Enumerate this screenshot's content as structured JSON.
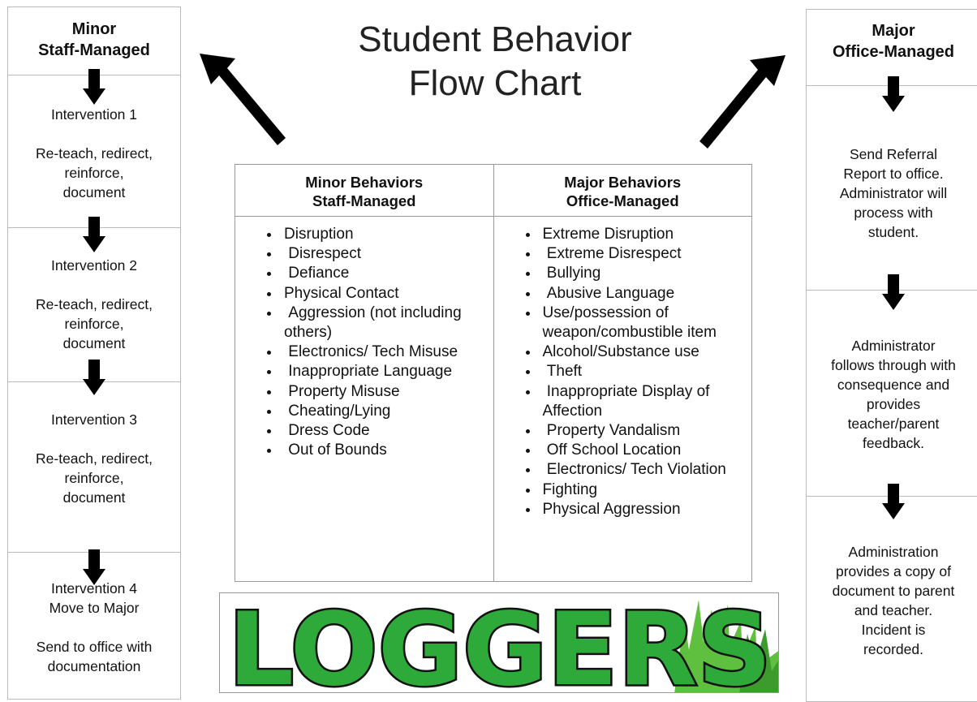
{
  "title": {
    "line1": "Student Behavior",
    "line2": "Flow Chart"
  },
  "left_column": {
    "header": "Minor\nStaff-Managed",
    "steps": [
      {
        "text": "Intervention 1\n\nRe-teach, redirect,\nreinforce,\ndocument"
      },
      {
        "text": "Intervention 2\n\nRe-teach, redirect,\nreinforce,\ndocument"
      },
      {
        "text": "Intervention 3\n\nRe-teach, redirect,\nreinforce,\ndocument"
      },
      {
        "text": "Intervention 4\nMove to Major\n\nSend to office with\ndocumentation"
      }
    ]
  },
  "right_column": {
    "header": "Major\nOffice-Managed",
    "steps": [
      {
        "text": "Send Referral\nReport to office.\nAdministrator will\nprocess with\nstudent."
      },
      {
        "text": "Administrator\nfollows through with\nconsequence and\nprovides\nteacher/parent\nfeedback."
      },
      {
        "text": "Administration\nprovides a copy of\ndocument to parent\nand teacher.\nIncident is\nrecorded."
      }
    ]
  },
  "table": {
    "minor": {
      "header": "Minor Behaviors\nStaff-Managed",
      "items": [
        "Disruption",
        " Disrespect",
        " Defiance",
        "Physical Contact",
        " Aggression (not including others)",
        " Electronics/ Tech Misuse",
        " Inappropriate Language",
        " Property Misuse",
        " Cheating/Lying",
        " Dress Code",
        " Out of Bounds"
      ]
    },
    "major": {
      "header": "Major Behaviors\nOffice-Managed",
      "items": [
        "Extreme Disruption",
        " Extreme Disrespect",
        " Bullying",
        " Abusive Language",
        "Use/possession of weapon/combustible item",
        "Alcohol/Substance use",
        " Theft",
        " Inappropriate Display of Affection",
        " Property Vandalism",
        " Off School Location",
        " Electronics/ Tech Violation",
        "Fighting",
        "Physical Aggression"
      ]
    }
  },
  "logo": {
    "text": "LOGGERS",
    "color": "#2eaa3a",
    "outline": "#111111"
  },
  "colors": {
    "arrow": "#000000",
    "border": "#bbbbbb"
  }
}
